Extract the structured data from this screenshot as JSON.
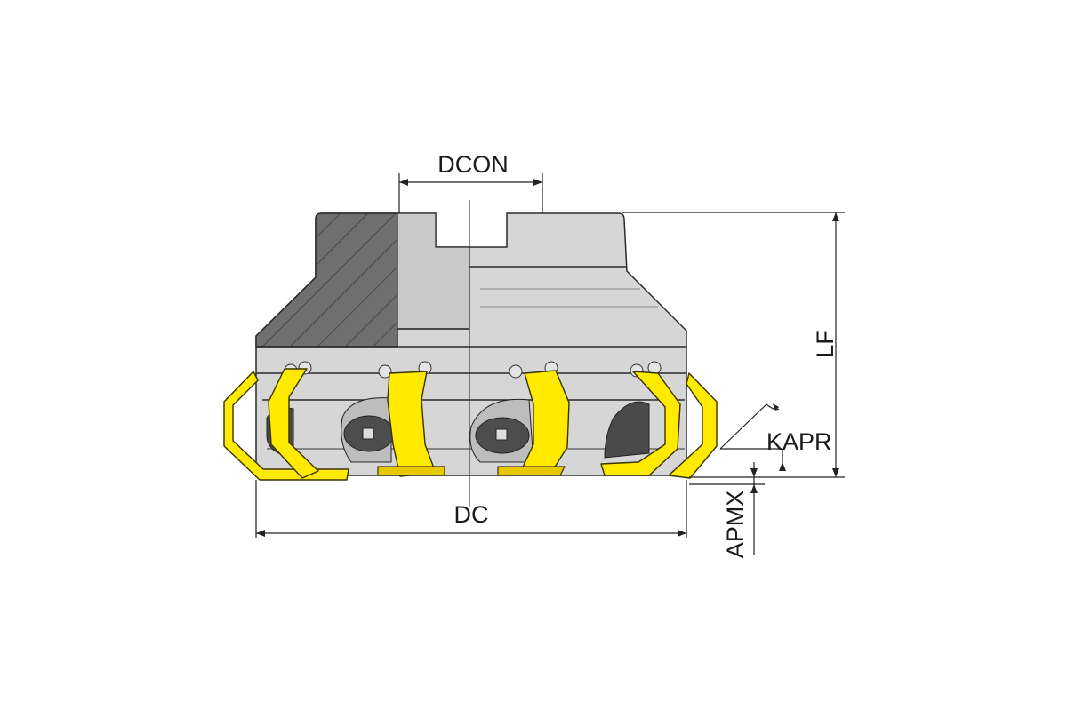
{
  "diagram": {
    "title": "Face milling cutter dimensions",
    "labels": {
      "dcon": "DCON",
      "lf": "LF",
      "kapr": "KAPR",
      "dc": "DC",
      "apmx": "APMX"
    },
    "colors": {
      "insert": "#ffea00",
      "body": "#d4d4d4",
      "section": "#6e6e6e",
      "pocket": "#555555"
    }
  }
}
